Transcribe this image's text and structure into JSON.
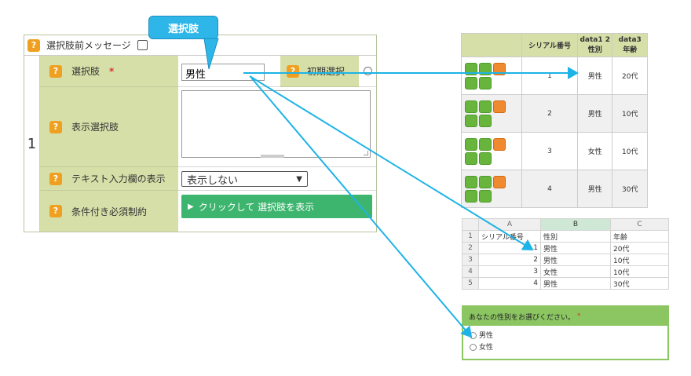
{
  "callout": {
    "label": "選択肢"
  },
  "form": {
    "header_label": "選択肢前メッセージ",
    "row_number": "1",
    "rows": {
      "choice_label": "選択肢",
      "required_mark": "*",
      "choice_value": "男性",
      "default_label": "初期選択",
      "display_label": "表示選択肢",
      "text_field_label": "テキスト入力欄の表示",
      "text_field_value": "表示しない",
      "conditional_label": "条件付き必須制約",
      "show_button": "クリックして 選択肢を表示"
    },
    "help_icon": "?"
  },
  "data_table": {
    "headers": [
      "",
      "シリアル番号",
      "data1 2\n性別",
      "data3\n年齢"
    ],
    "rows": [
      {
        "serial": "1",
        "gender": "男性",
        "age": "20代"
      },
      {
        "serial": "2",
        "gender": "男性",
        "age": "10代"
      },
      {
        "serial": "3",
        "gender": "女性",
        "age": "10代"
      },
      {
        "serial": "4",
        "gender": "男性",
        "age": "30代"
      }
    ]
  },
  "sheet": {
    "cols": [
      "A",
      "B",
      "C"
    ],
    "rows": [
      {
        "n": "1",
        "a": "シリアル番号",
        "b": "性別",
        "c": "年齢"
      },
      {
        "n": "2",
        "a": "1",
        "b": "男性",
        "c": "20代"
      },
      {
        "n": "3",
        "a": "2",
        "b": "男性",
        "c": "10代"
      },
      {
        "n": "4",
        "a": "3",
        "b": "女性",
        "c": "10代"
      },
      {
        "n": "5",
        "a": "4",
        "b": "男性",
        "c": "30代"
      }
    ]
  },
  "preview": {
    "question": "あなたの性別をお選びください。",
    "required_mark": "*",
    "options": [
      "男性",
      "女性"
    ]
  },
  "colors": {
    "arrow": "#1eb3e6",
    "header_green": "#d6dfa8",
    "button_green": "#3db56e",
    "accent_orange": "#f0a020"
  }
}
